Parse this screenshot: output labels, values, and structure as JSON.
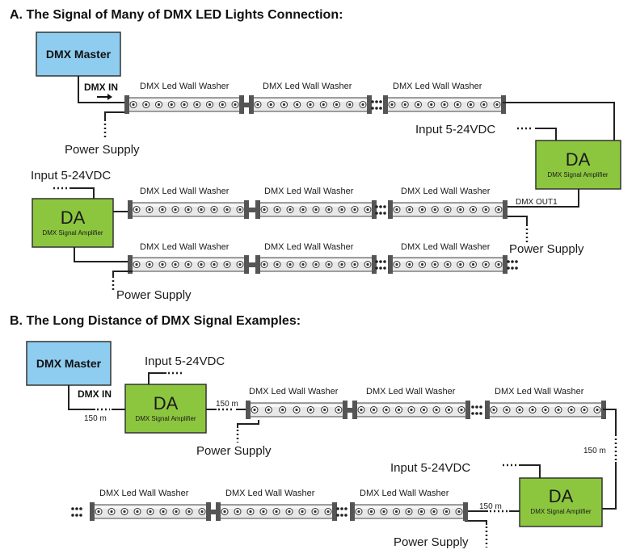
{
  "colors": {
    "master_fill": "#8ecdf0",
    "amplifier_fill": "#8cc63f",
    "washer_body": "#e8e8e8",
    "washer_cap": "#555555",
    "wire": "#222222"
  },
  "section_a": {
    "title": "A. The Signal of Many of DMX LED Lights Connection:",
    "master_label": "DMX Master",
    "dmx_in_label": "DMX IN",
    "power_supply": "Power Supply",
    "input_label": "Input 5-24VDC",
    "amp_title": "DA",
    "amp_subtitle": "DMX Signal Amplifier",
    "dmx_out_label": "DMX OUT1",
    "washer_label": "DMX Led Wall Washer"
  },
  "section_b": {
    "title": "B. The Long Distance of DMX Signal Examples:",
    "master_label": "DMX Master",
    "dmx_in_label": "DMX IN",
    "distance_label": "150 m",
    "power_supply": "Power Supply",
    "input_label": "Input 5-24VDC",
    "amp_title": "DA",
    "amp_subtitle": "DMX Signal Amplifier",
    "washer_label": "DMX Led Wall Washer"
  }
}
